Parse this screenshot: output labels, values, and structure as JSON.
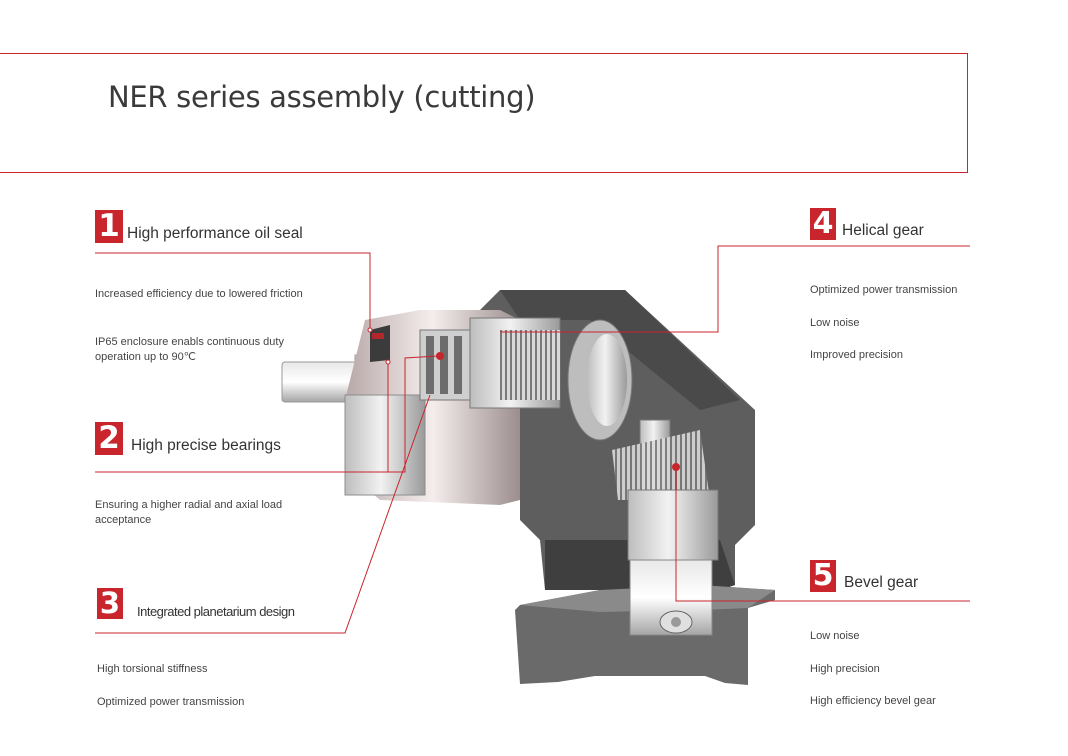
{
  "title": "NER series assembly (cutting)",
  "accent_color": "#c8252c",
  "features": [
    {
      "number": "1",
      "title": "High performance oil seal",
      "descriptions": [
        "Increased efficiency due to lowered friction",
        "IP65 enclosure enabls continuous duty operation up to 90℃"
      ]
    },
    {
      "number": "2",
      "title": "High precise bearings",
      "descriptions": [
        "Ensuring a higher radial and axial load acceptance"
      ]
    },
    {
      "number": "3",
      "title": "Integrated planetarium design",
      "descriptions": [
        "High torsional stiffness",
        "Optimized power transmission"
      ]
    },
    {
      "number": "4",
      "title": "Helical gear",
      "descriptions": [
        "Optimized power transmission",
        "Low noise",
        "Improved precision"
      ]
    },
    {
      "number": "5",
      "title": "Bevel gear",
      "descriptions": [
        "Low noise",
        "High precision",
        "High efficiency bevel gear"
      ]
    }
  ]
}
